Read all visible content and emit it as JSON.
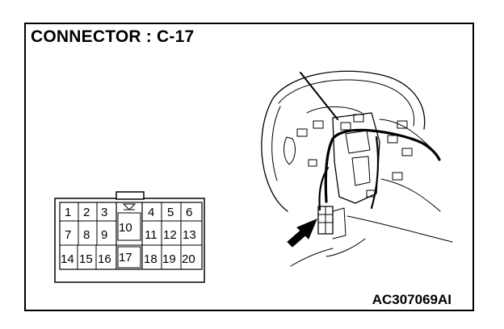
{
  "title": "CONNECTOR : C-17",
  "figure_code": "AC307069AI",
  "connector": {
    "pins": [
      "1",
      "2",
      "3",
      "4",
      "5",
      "6",
      "7",
      "8",
      "9",
      "10",
      "11",
      "12",
      "13",
      "14",
      "15",
      "16",
      "17",
      "18",
      "19",
      "20"
    ]
  },
  "colors": {
    "line": "#000000",
    "background": "#ffffff"
  }
}
